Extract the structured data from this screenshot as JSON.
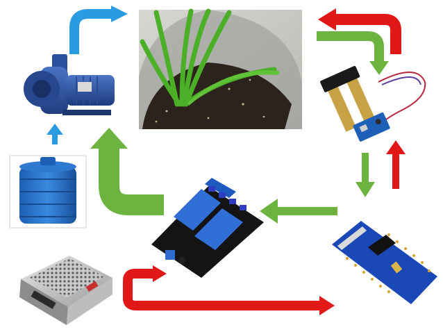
{
  "diagram": {
    "nodes": [
      {
        "id": "pump",
        "name": "water-pump"
      },
      {
        "id": "plant",
        "name": "potted-plant"
      },
      {
        "id": "moisture",
        "name": "soil-moisture-sensor"
      },
      {
        "id": "tank",
        "name": "water-tank"
      },
      {
        "id": "relay",
        "name": "relay-module"
      },
      {
        "id": "nano",
        "name": "arduino-nano-board"
      },
      {
        "id": "psu",
        "name": "power-supply-unit"
      }
    ],
    "arrows": [
      {
        "from": "pump",
        "to": "plant",
        "color": "#2a9be0"
      },
      {
        "from": "tank",
        "to": "pump",
        "color": "#2a9be0"
      },
      {
        "from": "plant",
        "to": "moisture",
        "color": "#6db33f"
      },
      {
        "from": "moisture",
        "to": "plant",
        "color": "#e01818"
      },
      {
        "from": "moisture",
        "to": "nano",
        "color": "#6db33f"
      },
      {
        "from": "nano",
        "to": "moisture",
        "color": "#e01818"
      },
      {
        "from": "nano",
        "to": "relay",
        "color": "#6db33f"
      },
      {
        "from": "relay",
        "to": "pump",
        "color": "#6db33f"
      },
      {
        "from": "psu",
        "to": "relay",
        "color": "#e01818"
      },
      {
        "from": "psu",
        "to": "nano",
        "color": "#e01818"
      }
    ],
    "colors": {
      "water": "#2a9be0",
      "signal": "#6db33f",
      "power": "#e01818"
    }
  }
}
